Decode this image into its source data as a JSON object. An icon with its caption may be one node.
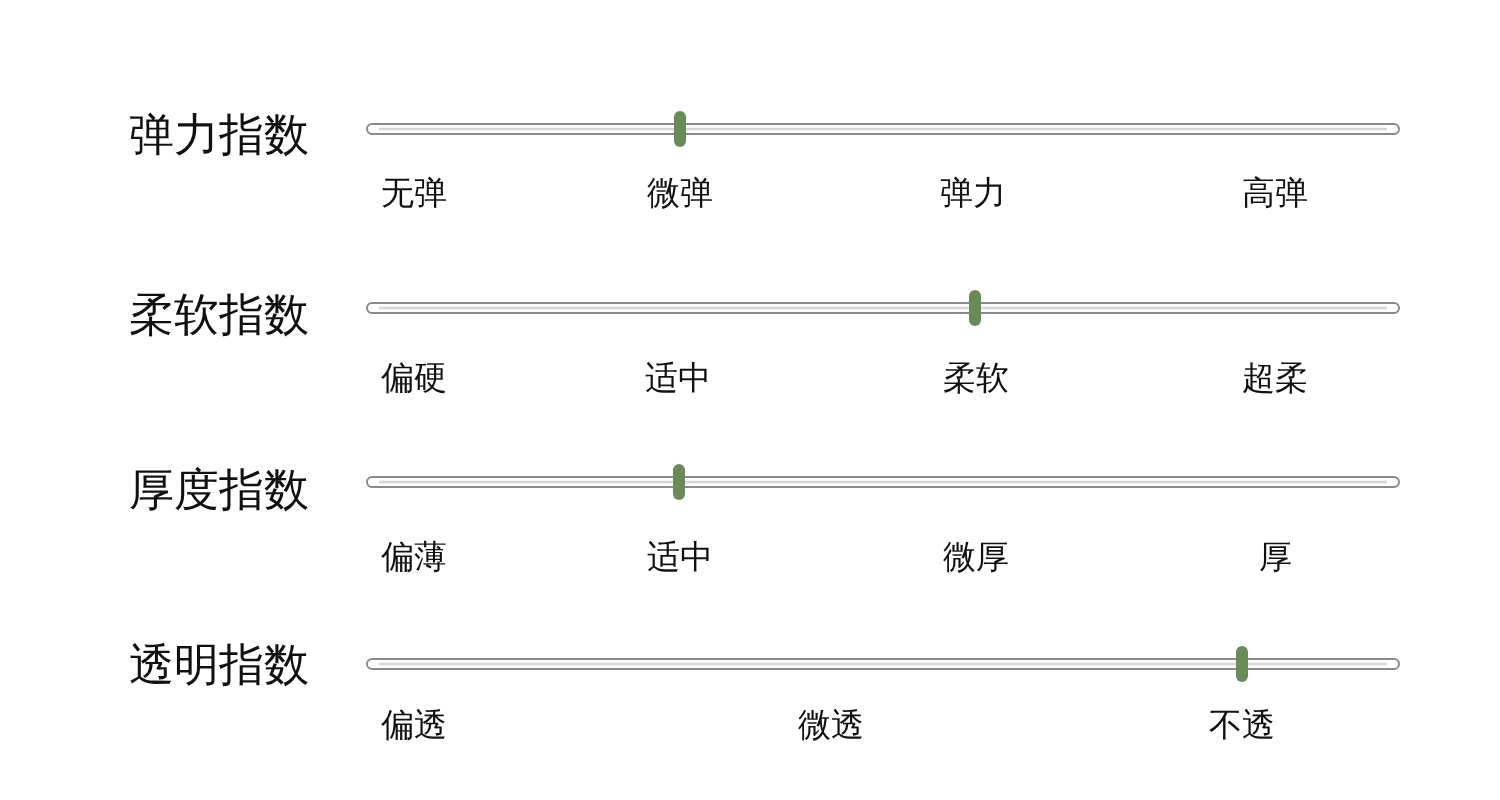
{
  "diagram": {
    "labels": [
      "弹力指数",
      "无弹",
      "微弹",
      "弹力",
      "高弹",
      "柔软指数",
      "偏硬",
      "适中",
      "柔软",
      "超柔",
      "厚度指数",
      "偏薄",
      "适中",
      "微厚",
      "厚",
      "透明指数",
      "偏透",
      "微透",
      "不透"
    ]
  }
}
